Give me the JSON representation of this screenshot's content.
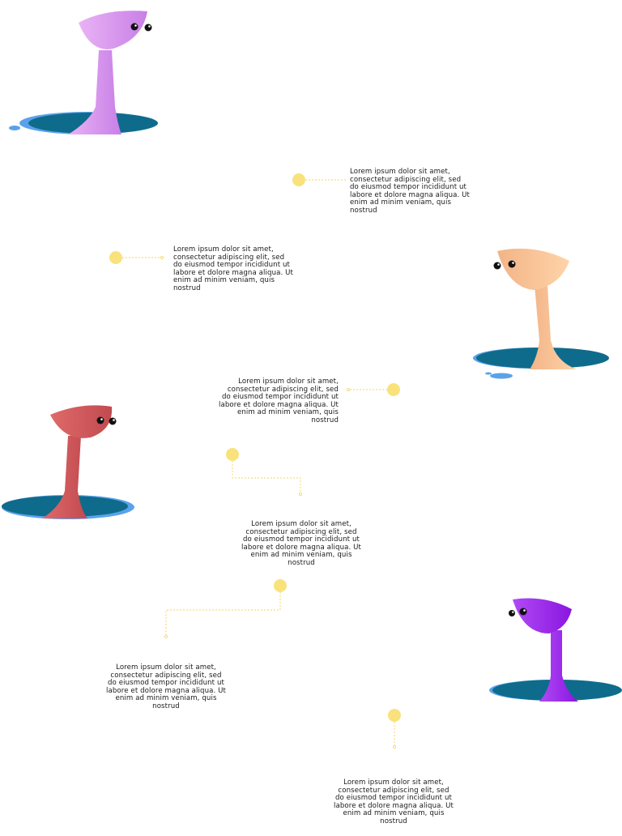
{
  "colors": {
    "accent_dot": "#f9e27c",
    "connector": "#f5d35f",
    "hole_dark": "#0f6b8b",
    "hole_rim": "#5aa2ea"
  },
  "creatures": [
    {
      "name": "lavender-creature",
      "color": "#e4a2f2",
      "shade": "#cf84ea"
    },
    {
      "name": "peach-creature",
      "color": "#ffcc99",
      "shade": "#f4b27e"
    },
    {
      "name": "coral-creature",
      "color": "#d95f5f",
      "shade": "#c44a4e"
    },
    {
      "name": "violet-creature",
      "color": "#a534ef",
      "shade": "#8f1ee3"
    }
  ],
  "blurbs": [
    {
      "text": "Lorem ipsum dolor sit amet, consectetur adipiscing elit, sed do eiusmod tempor incididunt ut labore et dolore magna aliqua. Ut enim ad minim veniam, quis nostrud"
    },
    {
      "text": "Lorem ipsum dolor sit amet, consectetur adipiscing elit, sed do eiusmod tempor incididunt ut labore et dolore magna aliqua. Ut enim ad minim veniam, quis nostrud"
    },
    {
      "text": "Lorem ipsum dolor sit amet, consectetur adipiscing elit, sed do eiusmod tempor incididunt ut labore et dolore magna aliqua. Ut enim ad minim veniam, quis nostrud"
    },
    {
      "text": "Lorem ipsum dolor sit amet, consectetur adipiscing elit, sed do eiusmod tempor incididunt ut labore et dolore magna aliqua. Ut enim ad minim veniam, quis nostrud"
    },
    {
      "text": "Lorem ipsum dolor sit amet, consectetur adipiscing elit, sed do eiusmod tempor incididunt ut labore et dolore magna aliqua. Ut enim ad minim veniam, quis nostrud"
    },
    {
      "text": "Lorem ipsum dolor sit amet, consectetur adipiscing elit, sed do eiusmod tempor incididunt ut labore et dolore magna aliqua. Ut enim ad minim veniam, quis nostrud"
    }
  ]
}
